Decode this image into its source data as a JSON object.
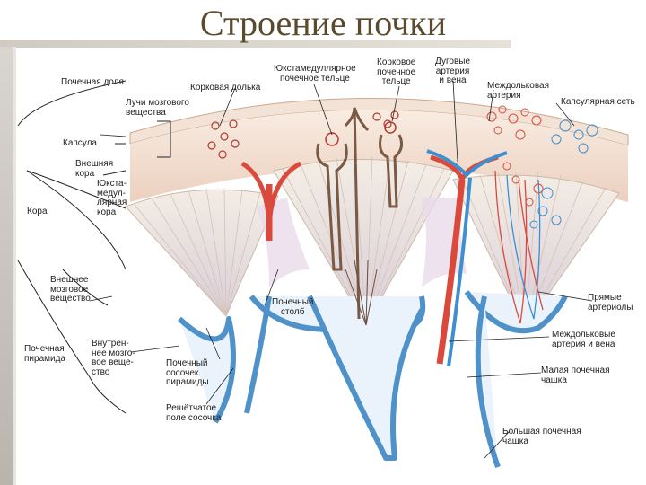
{
  "title": "Строение почки",
  "labels": {
    "renal_lobe": "Почечная доля",
    "cortical_lobule": "Корковая долька",
    "juxtamedullary_corpuscle": "Юкстамедуллярное\nпочечное тельце",
    "cortical_corpuscle": "Корковое\nпочечное\nтельце",
    "arcuate_artery_vein": "Дуговые\nартерия\nи вена",
    "interlobular_artery": "Междольковая\nартерия",
    "capsular_network": "Капсулярная сеть",
    "medullary_rays": "Лучи мозгового\nвещества",
    "capsule": "Капсула",
    "outer_cortex": "Внешняя\nкора",
    "juxtamedullary_cortex": "Юкста-\nмедул-\nлярная\nкора",
    "cortex": "Кора",
    "outer_medulla": "Внешнее\nмозговое\nвещество",
    "renal_pyramid": "Почечная\nпирамида",
    "inner_medulla": "Внутрен-\nнее мозго-\nвое веще-\nство",
    "renal_column": "Почечный\nстолб",
    "renal_papilla": "Почечный\nсосочек\nпирамиды",
    "cribriform_area": "Решётчатое\nполе сосочка",
    "vasa_recta": "Прямые\nартериолы",
    "interlobar_artery_vein": "Междольковые\nартерия и вена",
    "minor_calyx": "Малая почечная\nчашка",
    "major_calyx": "Большая почечная\nчашка"
  },
  "colors": {
    "artery": "#e0574a",
    "vein": "#3d8fcf",
    "calyx": "#6aa6d8",
    "cortex": "#f2dcc8",
    "pyramid": "#efe6dc",
    "tubule": "#7a5a45"
  }
}
